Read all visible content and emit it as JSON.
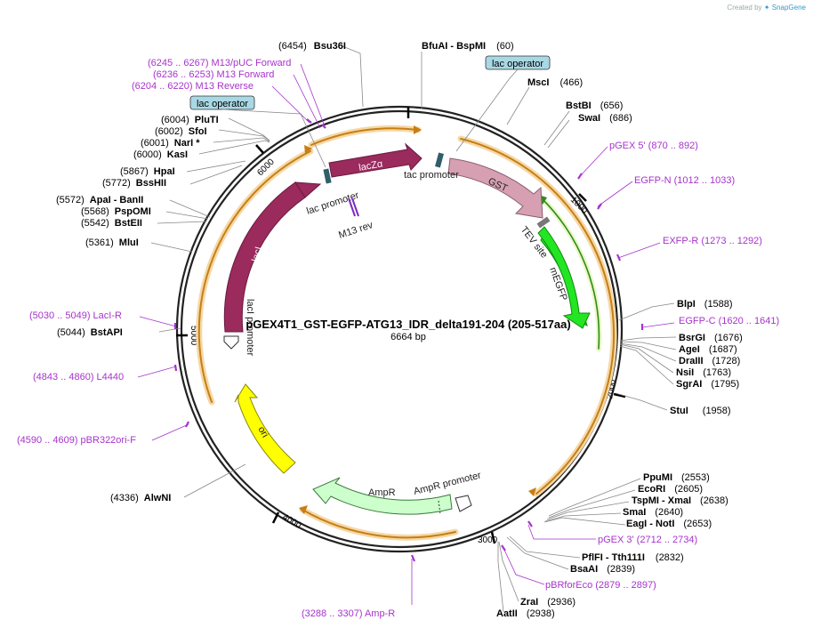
{
  "credit": {
    "prefix": "Created by",
    "brand": "SnapGene"
  },
  "plasmid": {
    "name": "pGEX4T1_GST-EGFP-ATG13_IDR_delta191-204 (205-517aa)",
    "size_label": "6664 bp",
    "length": 6664
  },
  "colors": {
    "lacZ": "#9b2a5d",
    "lacI": "#9b2a5d",
    "GST": "#d6a0b2",
    "mEGFP": "#22e622",
    "ori": "#ffff00",
    "AmpR": "#ccffcc",
    "orange_arc": "#f5a623",
    "primer": "#a733cc",
    "green_arc": "#2e8b1e"
  },
  "tick_labels": [
    "1000",
    "2000",
    "3000",
    "4000",
    "5000",
    "6000"
  ],
  "features": [
    {
      "label": "lacZα",
      "name": "lacZ-arrow"
    },
    {
      "label": "lacI",
      "name": "lacI-arrow"
    },
    {
      "label": "GST",
      "name": "gst-arrow"
    },
    {
      "label": "mEGFP",
      "name": "megfp-arrow"
    },
    {
      "label": "ori",
      "name": "ori-arrow"
    },
    {
      "label": "AmpR",
      "name": "ampr-arrow"
    },
    {
      "label": "AmpR promoter",
      "name": "ampr-promoter-label"
    },
    {
      "label": "lac promoter",
      "name": "lac-promoter-label"
    },
    {
      "label": "tac promoter",
      "name": "tac-promoter-label"
    },
    {
      "label": "TEV site",
      "name": "tev-site-label"
    },
    {
      "label": "lacI promoter",
      "name": "laci-promoter-label"
    },
    {
      "label": "M13 rev",
      "name": "m13-rev-label"
    }
  ],
  "operators": [
    {
      "label": "lac operator"
    },
    {
      "label": "lac operator"
    }
  ],
  "sites": [
    {
      "pos": "(6454)",
      "name": "Bsu36I"
    },
    {
      "pos": "(60)",
      "name": "BfuAI  - BspMI"
    },
    {
      "pos": "(466)",
      "name": "MscI"
    },
    {
      "pos": "(656)",
      "name": "BstBI"
    },
    {
      "pos": "(686)",
      "name": "SwaI"
    },
    {
      "pos": "(6004)",
      "name": "PluTI"
    },
    {
      "pos": "(6002)",
      "name": "SfoI"
    },
    {
      "pos": "(6001)",
      "name": "NarI *"
    },
    {
      "pos": "(6000)",
      "name": "KasI"
    },
    {
      "pos": "(5867)",
      "name": "HpaI"
    },
    {
      "pos": "(5772)",
      "name": "BssHII"
    },
    {
      "pos": "(5572)",
      "name": "ApaI  - BanII"
    },
    {
      "pos": "(5568)",
      "name": "PspOMI"
    },
    {
      "pos": "(5542)",
      "name": "BstEII"
    },
    {
      "pos": "(5361)",
      "name": "MluI"
    },
    {
      "pos": "(5044)",
      "name": "BstAPI"
    },
    {
      "pos": "(4336)",
      "name": "AlwNI"
    },
    {
      "pos": "(1588)",
      "name": "BlpI"
    },
    {
      "pos": "(1676)",
      "name": "BsrGI"
    },
    {
      "pos": "(1687)",
      "name": "AgeI"
    },
    {
      "pos": "(1728)",
      "name": "DraIII"
    },
    {
      "pos": "(1763)",
      "name": "NsiI"
    },
    {
      "pos": "(1795)",
      "name": "SgrAI"
    },
    {
      "pos": "(1958)",
      "name": "StuI"
    },
    {
      "pos": "(2553)",
      "name": "PpuMI"
    },
    {
      "pos": "(2605)",
      "name": "EcoRI"
    },
    {
      "pos": "(2638)",
      "name": "TspMI  - XmaI"
    },
    {
      "pos": "(2640)",
      "name": "SmaI"
    },
    {
      "pos": "(2653)",
      "name": "EagI  - NotI"
    },
    {
      "pos": "(2832)",
      "name": "PflFI  - Tth111I"
    },
    {
      "pos": "(2839)",
      "name": "BsaAI"
    },
    {
      "pos": "(2936)",
      "name": "ZraI"
    },
    {
      "pos": "(2938)",
      "name": "AatII"
    }
  ],
  "primers": [
    {
      "text": "(6245 .. 6267)  M13/pUC Forward"
    },
    {
      "text": "(6236 .. 6253)  M13 Forward"
    },
    {
      "text": "(6204 .. 6220)  M13 Reverse"
    },
    {
      "text": "pGEX 5'    (870 .. 892)"
    },
    {
      "text": "EGFP-N     (1012 .. 1033)"
    },
    {
      "text": "EXFP-R     (1273 .. 1292)"
    },
    {
      "text": "EGFP-C     (1620 .. 1641)"
    },
    {
      "text": "(5030 .. 5049)  LacI-R"
    },
    {
      "text": "(4843 .. 4860)  L4440"
    },
    {
      "text": "(4590 .. 4609)  pBR322ori-F"
    },
    {
      "text": "pGEX 3'    (2712 .. 2734)"
    },
    {
      "text": "pBRforEco     (2879 .. 2897)"
    },
    {
      "text": "(3288 .. 3307)  Amp-R"
    }
  ]
}
